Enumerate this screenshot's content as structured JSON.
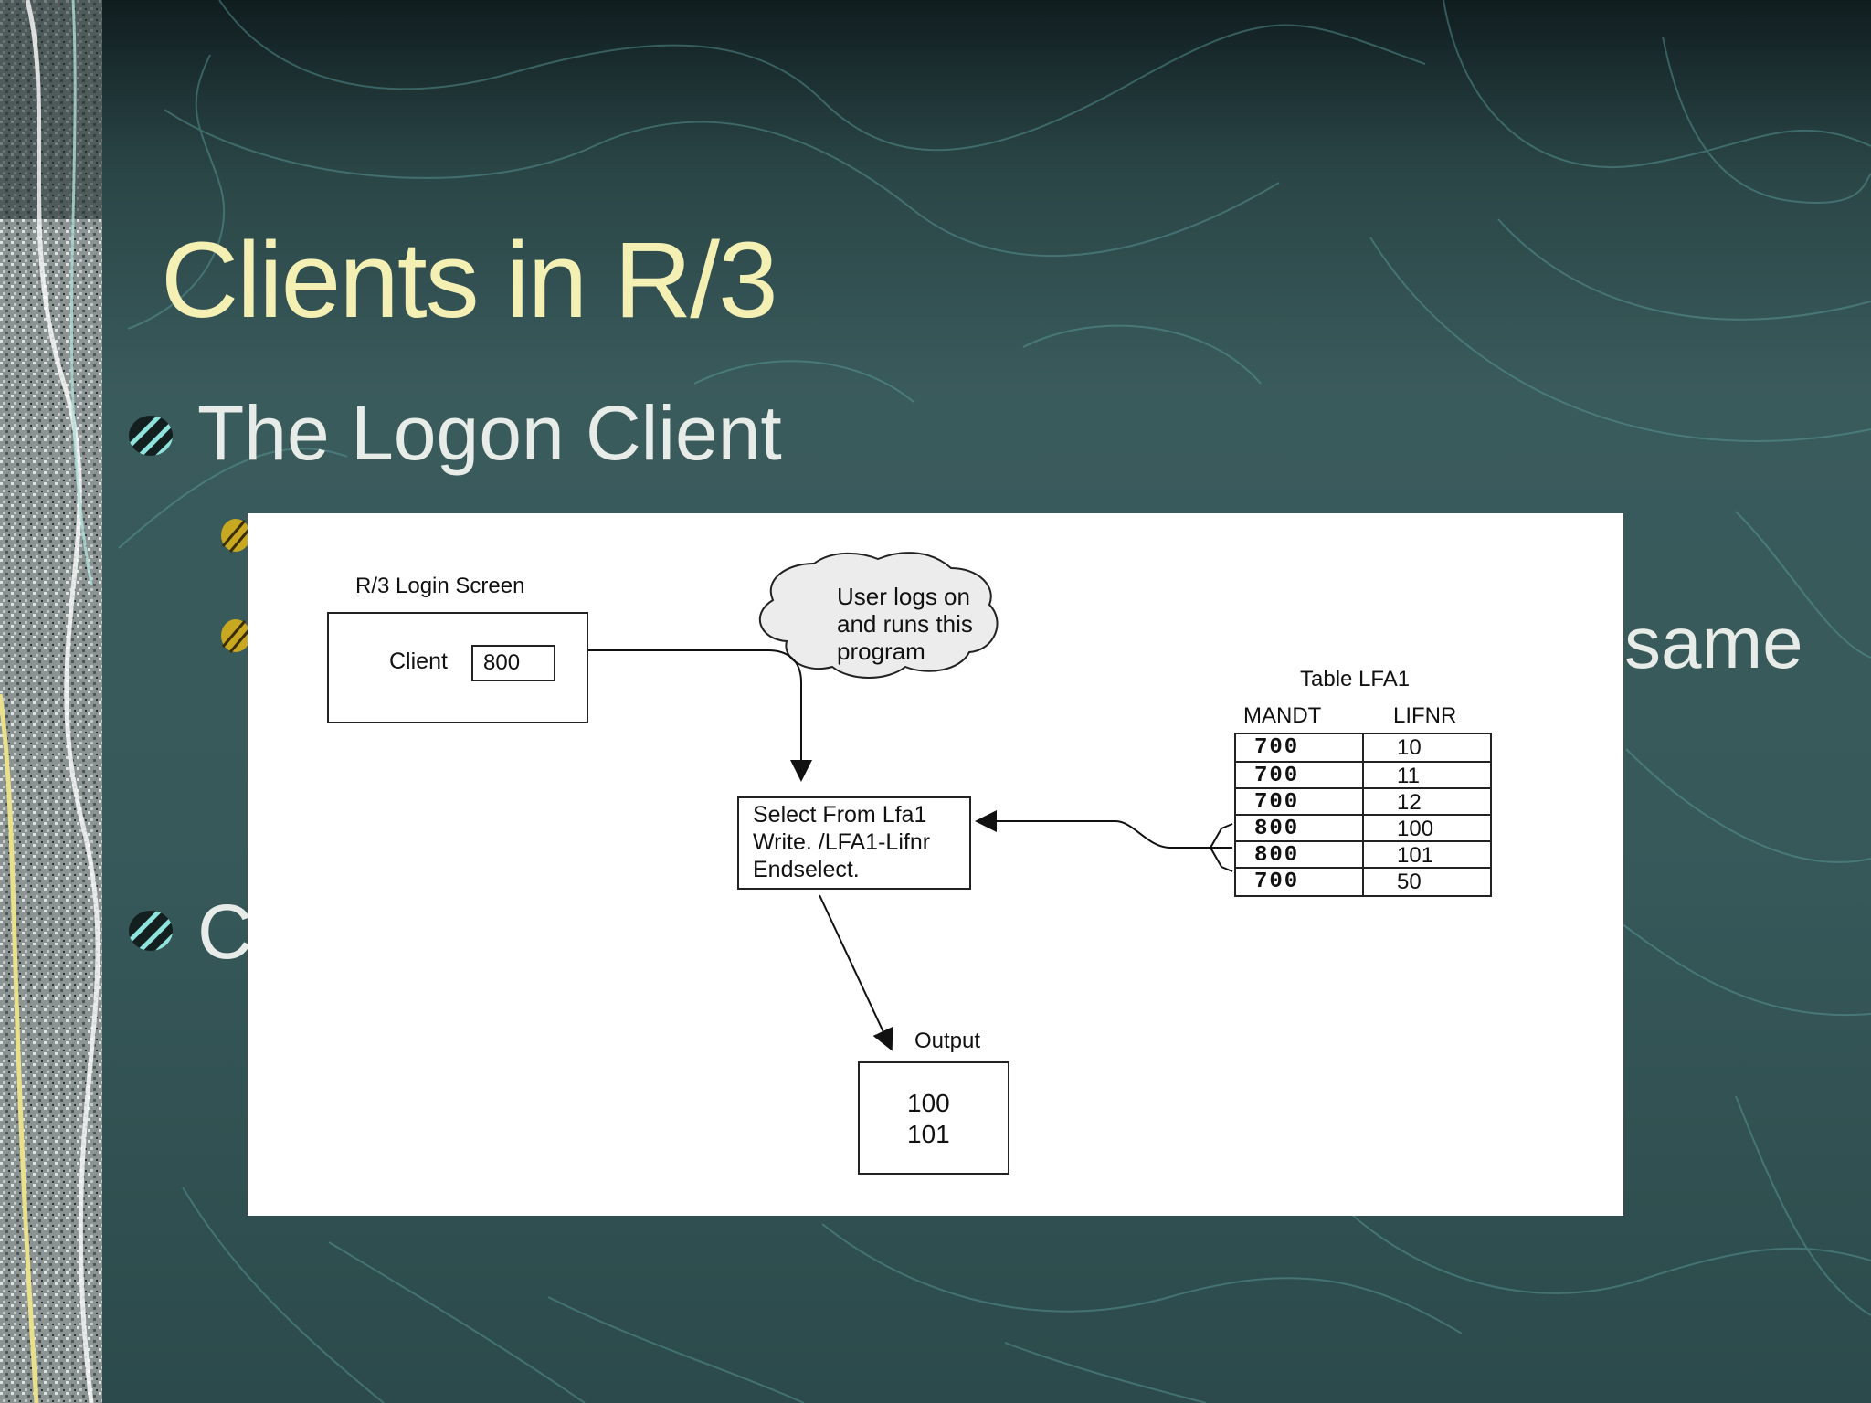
{
  "slide": {
    "title": "Clients in R/3",
    "bullets": [
      {
        "text": "The Logon Client"
      },
      {
        "text": "C"
      }
    ],
    "partial_text": "same"
  },
  "diagram": {
    "login_screen_label": "R/3 Login Screen",
    "client_label": "Client",
    "client_value": "800",
    "cloud_lines": [
      "User logs on",
      "and runs this",
      "program"
    ],
    "program_lines": [
      "Select From Lfa1",
      "Write. /LFA1-Lifnr",
      "Endselect."
    ],
    "table_title": "Table LFA1",
    "table_headers": [
      "MANDT",
      "LIFNR"
    ],
    "table_rows": [
      [
        "700",
        "10"
      ],
      [
        "700",
        "11"
      ],
      [
        "700",
        "12"
      ],
      [
        "800",
        "100"
      ],
      [
        "800",
        "101"
      ],
      [
        "700",
        "50"
      ]
    ],
    "output_label": "Output",
    "output_values": [
      "100",
      "101"
    ]
  }
}
